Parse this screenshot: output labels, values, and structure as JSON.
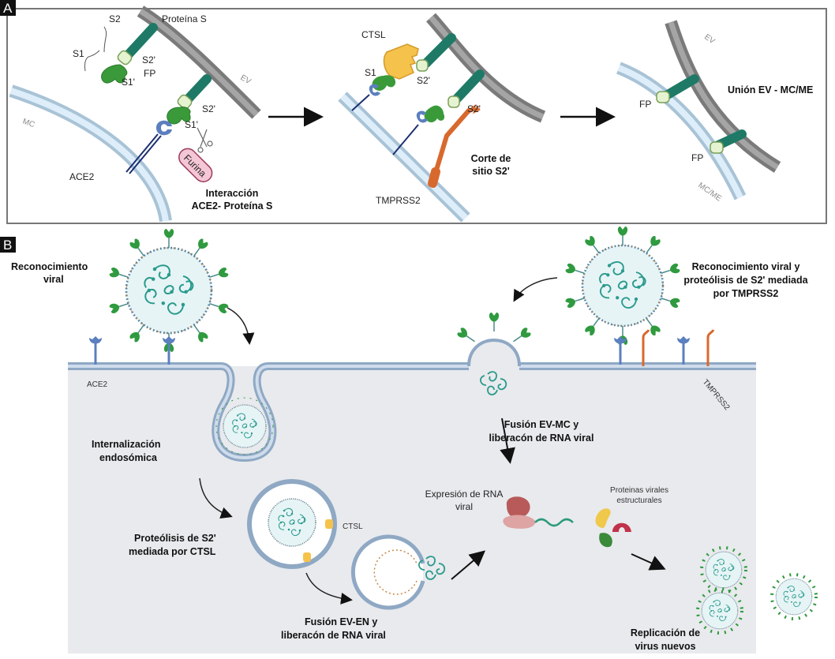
{
  "figure": {
    "panel_a": {
      "tag": "A",
      "stage1": {
        "labels": {
          "s2": "S2",
          "s1": "S1",
          "proteina_s": "Proteína S",
          "s2_prime_top": "S2'",
          "fp": "FP",
          "s1_prime_top": "S1'",
          "ev": "EV",
          "mc": "MC",
          "s2_prime_bottom": "S2'",
          "s1_prime_bottom": "S1'",
          "furina": "Furina",
          "ace2": "ACE2"
        },
        "caption": [
          "Interacción",
          "ACE2- Proteína S"
        ]
      },
      "stage2": {
        "labels": {
          "ctsl": "CTSL",
          "s1": "S1",
          "s2_prime_a": "S2'",
          "s2_prime_b": "S2'",
          "tmprss2": "TMPRSS2"
        },
        "caption": [
          "Corte de",
          "sitio S2'"
        ]
      },
      "stage3": {
        "labels": {
          "ev": "EV",
          "fp_top": "FP",
          "fp_bottom": "FP",
          "mc_me": "MC/ME"
        },
        "caption": [
          "Unión EV - MC/ME"
        ]
      }
    },
    "panel_b": {
      "tag": "B",
      "reconocimiento_viral": [
        "Reconocimiento",
        "viral"
      ],
      "ace2": "ACE2",
      "internalizacion": [
        "Internalización",
        "endosómica"
      ],
      "proteolisis_ctsl": [
        "Proteólisis de S2'",
        "mediada por CTSL"
      ],
      "ctsl": "CTSL",
      "fusion_ev_en": [
        "Fusión EV-EN y",
        "liberacón de RNA viral"
      ],
      "reconocimiento_tmprss2": [
        "Reconocimiento viral y",
        "proteólisis de S2' mediada",
        "por TMPRSS2"
      ],
      "tmprss2": "TMPRSS2",
      "fusion_ev_mc": [
        "Fusión EV-MC y",
        "liberacón de RNA viral"
      ],
      "expresion_rna": [
        "Expresión de RNA",
        "viral"
      ],
      "proteinas_virales": [
        "Proteinas virales",
        "estructurales"
      ],
      "replicacion": [
        "Replicación de",
        "virus nuevos"
      ]
    },
    "colors": {
      "spike_stalk": "#1e7a66",
      "spike_head": "#3a9a3a",
      "ev_membrane": "#8a8a8a",
      "cell_membrane": "#a9c3d6",
      "ace2": "#5b7fbf",
      "tmprss2": "#d8692e",
      "ctsl": "#f5c24b",
      "furina": "#f4c6d6",
      "cytoplasm": "#e8eaed"
    }
  }
}
